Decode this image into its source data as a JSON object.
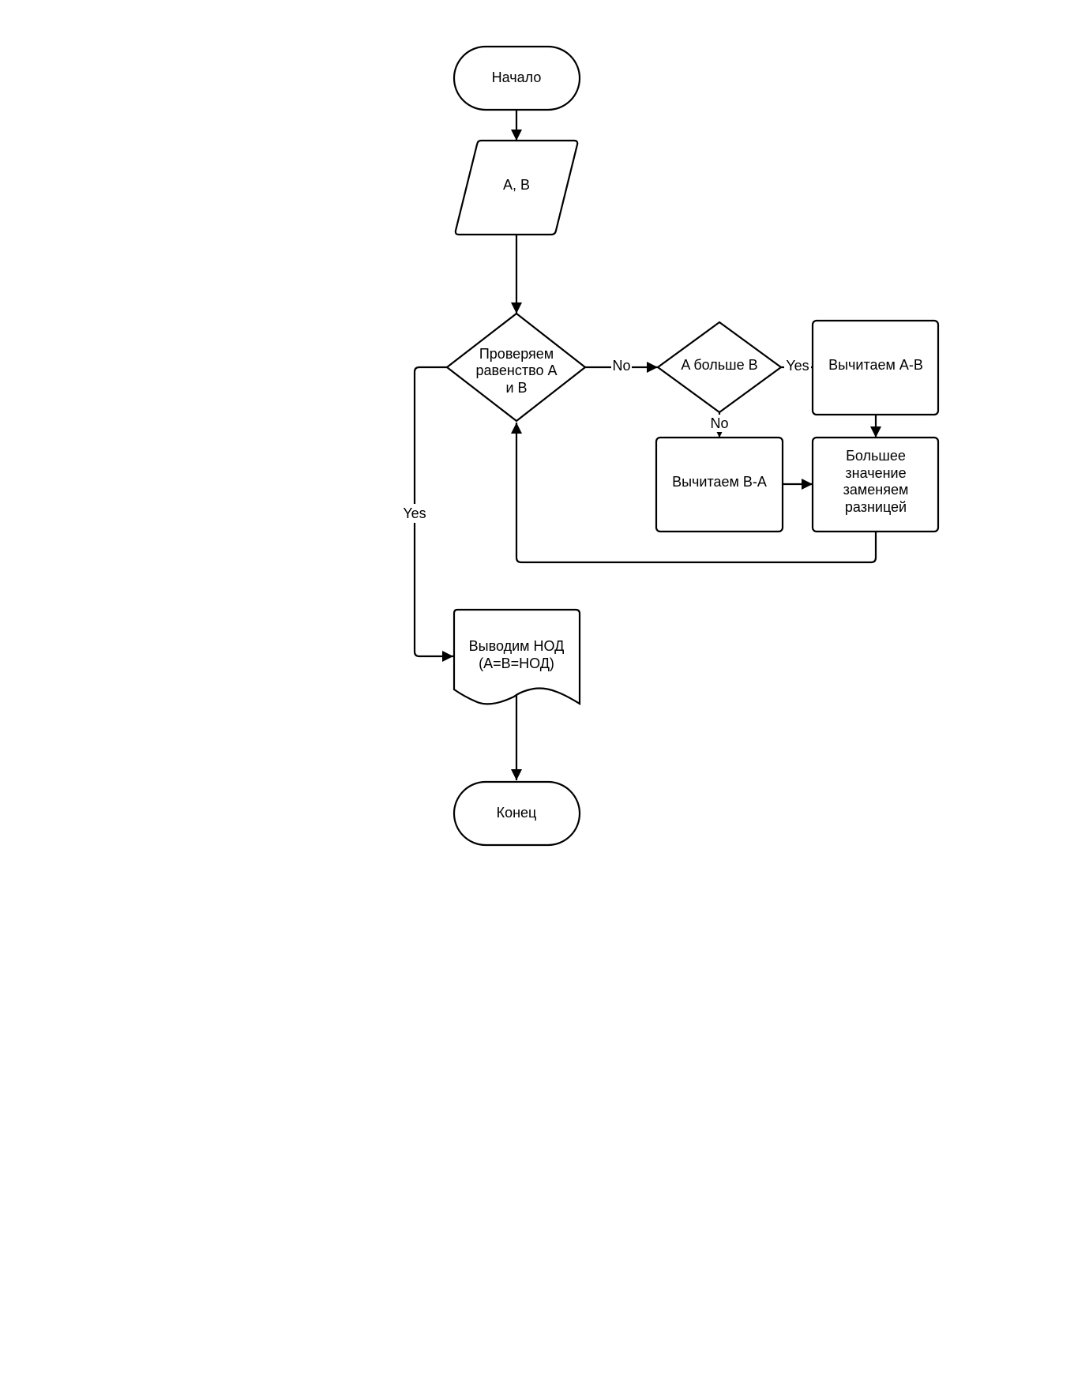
{
  "nodes": {
    "start": {
      "type": "terminator",
      "lines": [
        "Начало"
      ]
    },
    "input": {
      "type": "io",
      "lines": [
        "A, B"
      ]
    },
    "check_equal": {
      "type": "decision",
      "lines": [
        "Проверяем",
        "равенство A",
        "и B"
      ]
    },
    "a_greater": {
      "type": "decision",
      "lines": [
        "A больше B"
      ]
    },
    "subtract_ab": {
      "type": "process",
      "lines": [
        "Вычитаем A-B"
      ]
    },
    "subtract_ba": {
      "type": "process",
      "lines": [
        "Вычитаем B-A"
      ]
    },
    "replace": {
      "type": "process",
      "lines": [
        "Большее",
        "значение",
        "заменяем",
        "разницей"
      ]
    },
    "output": {
      "type": "document",
      "lines": [
        "Выводим НОД",
        "(A=B=НОД)"
      ]
    },
    "end": {
      "type": "terminator",
      "lines": [
        "Конец"
      ]
    }
  },
  "edges": {
    "start_to_input": {
      "from": "start",
      "to": "input",
      "label": ""
    },
    "input_to_check": {
      "from": "input",
      "to": "check_equal",
      "label": ""
    },
    "check_no": {
      "from": "check_equal",
      "to": "a_greater",
      "label": "No"
    },
    "greater_yes": {
      "from": "a_greater",
      "to": "subtract_ab",
      "label": "Yes"
    },
    "greater_no": {
      "from": "a_greater",
      "to": "subtract_ba",
      "label": "No"
    },
    "ab_to_replace": {
      "from": "subtract_ab",
      "to": "replace",
      "label": ""
    },
    "ba_to_replace": {
      "from": "subtract_ba",
      "to": "replace",
      "label": ""
    },
    "replace_loop": {
      "from": "replace",
      "to": "check_equal",
      "label": ""
    },
    "check_yes": {
      "from": "check_equal",
      "to": "output",
      "label": "Yes"
    },
    "output_to_end": {
      "from": "output",
      "to": "end",
      "label": ""
    }
  }
}
